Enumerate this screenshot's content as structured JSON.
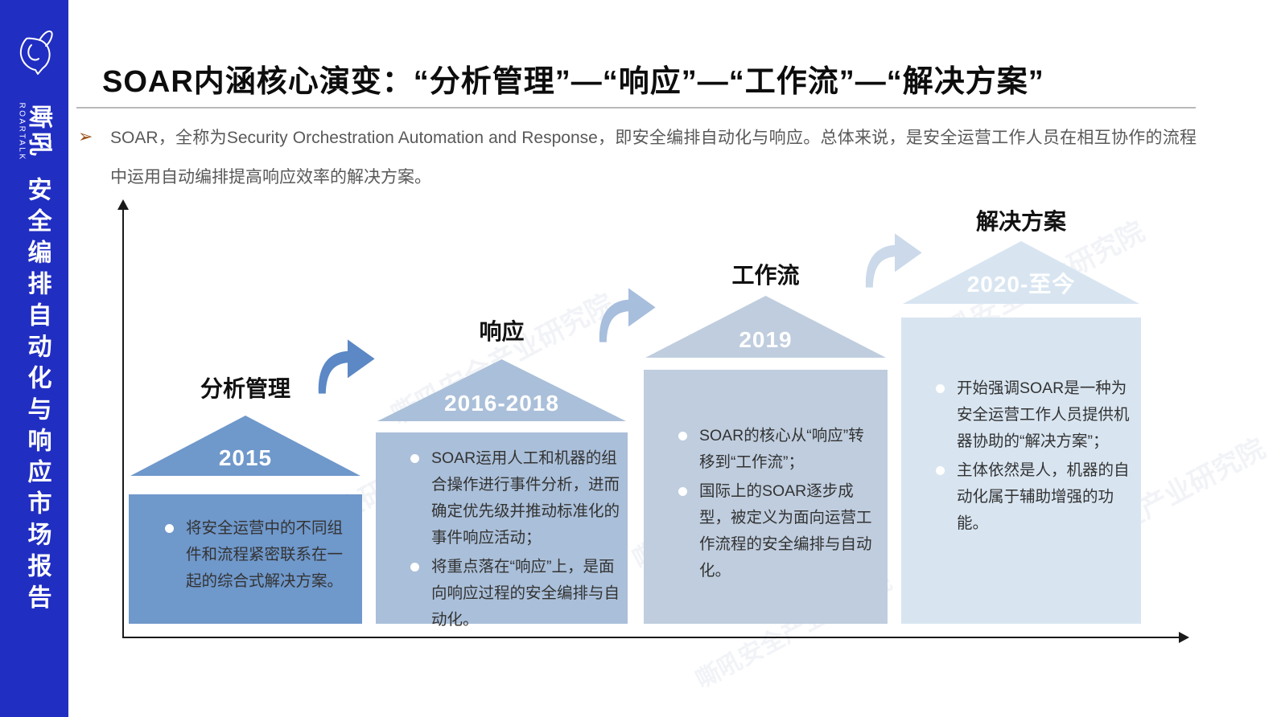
{
  "sidebar": {
    "bg_color": "#212ec2",
    "brand_cn": "嘶吼",
    "brand_en": "ROARTALK",
    "vertical_title": "安全编排自动化与响应市场报告"
  },
  "header": {
    "title": "SOAR内涵核心演变：“分析管理”—“响应”—“工作流”—“解决方案”",
    "bullet_marker": "➢",
    "intro": "SOAR，全称为Security Orchestration  Automation and Response，即安全编排自动化与响应。总体来说，是安全运营工作人员在相互协作的流程中运用自动编排提高响应效率的解决方案。"
  },
  "watermark": {
    "text": "嘶吼安全产业研究院"
  },
  "diagram": {
    "stages": [
      {
        "label": "分析管理",
        "period": "2015",
        "color": "#6f98cb",
        "bullets": [
          "将安全运营中的不同组件和流程紧密联系在一起的综合式解决方案。"
        ]
      },
      {
        "label": "响应",
        "period": "2016-2018",
        "color": "#aabfd9",
        "bullets": [
          "SOAR运用人工和机器的组合操作进行事件分析，进而确定优先级并推动标准化的事件响应活动；",
          "将重点落在“响应”上，是面向响应过程的安全编排与自动化。"
        ]
      },
      {
        "label": "工作流",
        "period": "2019",
        "color": "#bfcdde",
        "bullets": [
          "SOAR的核心从“响应”转移到“工作流”；",
          "国际上的SOAR逐步成型，被定义为面向运营工作流程的安全编排与自动化。"
        ]
      },
      {
        "label": "解决方案",
        "period": "2020-至今",
        "color": "#d8e5f1",
        "bullets": [
          "开始强调SOAR是一种为安全运营工作人员提供机器协助的“解决方案”；",
          "主体依然是人，机器的自动化属于辅助增强的功能。"
        ]
      }
    ],
    "arrows": [
      {
        "color": "#5c88c5"
      },
      {
        "color": "#a7bedd"
      },
      {
        "color": "#cbd9ea"
      }
    ]
  }
}
